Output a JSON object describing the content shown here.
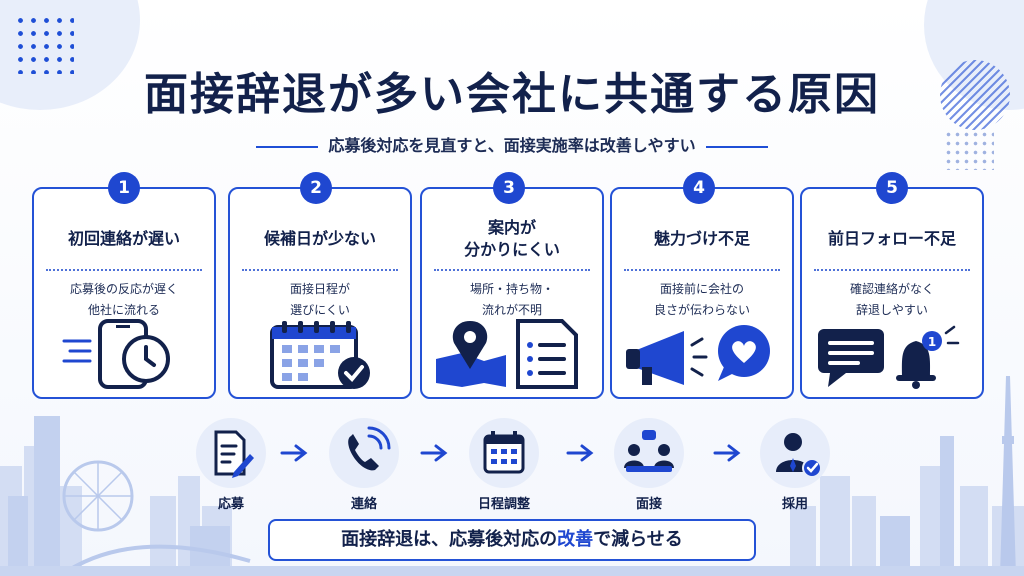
{
  "title": "面接辞退が多い会社に共通する原因",
  "subtitle": "応募後対応を見直すと、面接実施率は改善しやすい",
  "causes": [
    {
      "num": "1",
      "title": "初回連絡が遅い",
      "desc_lines": [
        "応募後の反応が遅く",
        "他社に流れる"
      ],
      "icon": "phone-clock-icon"
    },
    {
      "num": "2",
      "title": "候補日が少ない",
      "desc_lines": [
        "面接日程が",
        "選びにくい"
      ],
      "icon": "calendar-check-icon"
    },
    {
      "num": "3",
      "title_lines": [
        "案内が",
        "分かりにくい"
      ],
      "desc_lines": [
        "場所・持ち物・",
        "流れが不明"
      ],
      "icon": "map-document-icon"
    },
    {
      "num": "4",
      "title": "魅力づけ不足",
      "desc_lines": [
        "面接前に会社の",
        "良さが伝わらない"
      ],
      "icon": "megaphone-heart-icon"
    },
    {
      "num": "5",
      "title": "前日フォロー不足",
      "desc_lines": [
        "確認連絡がなく",
        "辞退しやすい"
      ],
      "icon": "chat-bell-icon"
    }
  ],
  "flow": [
    {
      "label": "応募",
      "icon": "document-pen-icon"
    },
    {
      "label": "連絡",
      "icon": "phone-call-icon"
    },
    {
      "label": "日程調整",
      "icon": "calendar-icon"
    },
    {
      "label": "面接",
      "icon": "meeting-icon"
    },
    {
      "label": "採用",
      "icon": "person-check-icon"
    }
  ],
  "banner": {
    "part1": "面接辞退は、応募後対応の",
    "highlight": "改善",
    "part2": "で減らせる"
  },
  "colors": {
    "primary": "#1f47d0",
    "navy": "#12214b",
    "light": "#e7edfa"
  }
}
